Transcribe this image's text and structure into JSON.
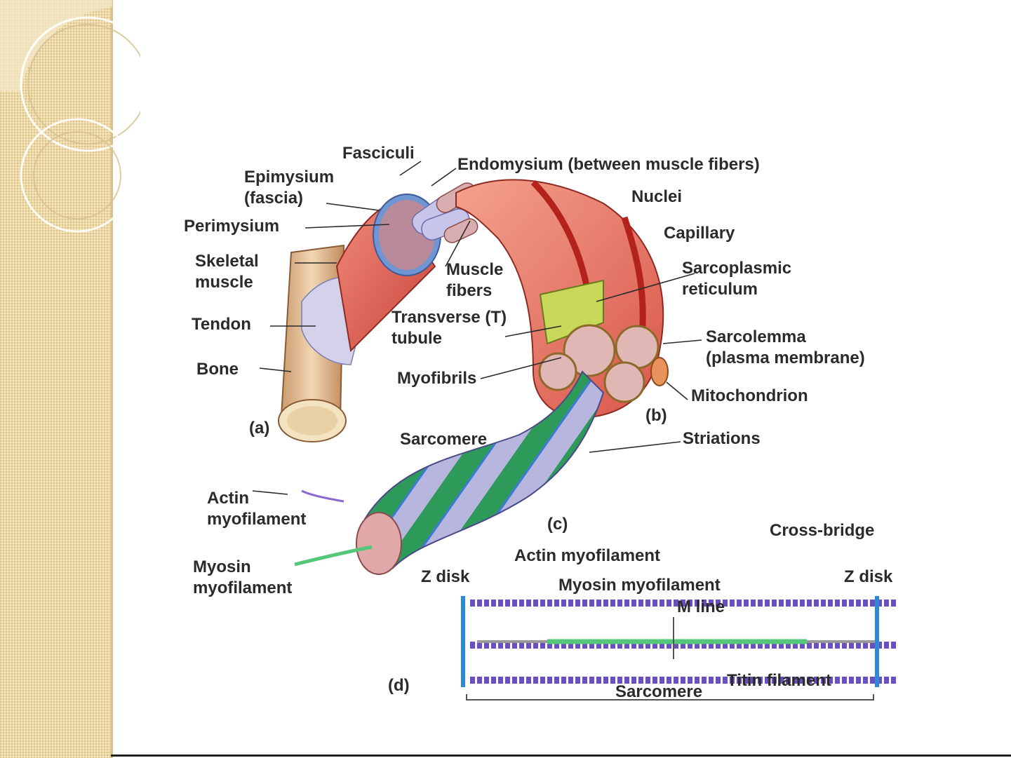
{
  "diagram": {
    "labels": {
      "fasciculi": "Fasciculi",
      "endomysium": "Endomysium (between muscle fibers)",
      "epimysium_1": "Epimysium",
      "epimysium_2": "(fascia)",
      "nuclei": "Nuclei",
      "perimysium": "Perimysium",
      "capillary": "Capillary",
      "skeletal_muscle_1": "Skeletal",
      "skeletal_muscle_2": "muscle",
      "muscle_fibers_1": "Muscle",
      "muscle_fibers_2": "fibers",
      "sarcoplasmic_reticulum_1": "Sarcoplasmic",
      "sarcoplasmic_reticulum_2": "reticulum",
      "tendon": "Tendon",
      "t_tubule_1": "Transverse (T)",
      "t_tubule_2": "tubule",
      "sarcolemma_1": "Sarcolemma",
      "sarcolemma_2": "(plasma membrane)",
      "bone": "Bone",
      "myofibrils": "Myofibrils",
      "mitochondrion": "Mitochondrion",
      "panel_a": "(a)",
      "panel_b": "(b)",
      "sarcomere_top": "Sarcomere",
      "striations": "Striations",
      "actin_myofilament_1": "Actin",
      "actin_myofilament_2": "myofilament",
      "panel_c": "(c)",
      "cross_bridge": "Cross-bridge",
      "myosin_myofilament_1": "Myosin",
      "myosin_myofilament_2": "myofilament",
      "actin_myofilament_d": "Actin myofilament",
      "z_disk_left": "Z disk",
      "myosin_myofilament_d": "Myosin myofilament",
      "z_disk_right": "Z disk",
      "m_line": "M line",
      "panel_d": "(d)",
      "titin_filament": "Titin filament",
      "sarcomere_bottom": "Sarcomere"
    },
    "colors": {
      "background_band": "#edd9a8",
      "muscle_red": "#d9564a",
      "epimysium_blue": "#6f95d2",
      "fiber_lavender": "#b7b6de",
      "striation_green": "#2e9a5a",
      "striation_purple": "#a8a2d8",
      "bone_tan": "#e4c29b",
      "actin_purple": "#6a4fc2",
      "myosin_green": "#55c77a",
      "z_disk_blue": "#2a8ad8"
    }
  }
}
